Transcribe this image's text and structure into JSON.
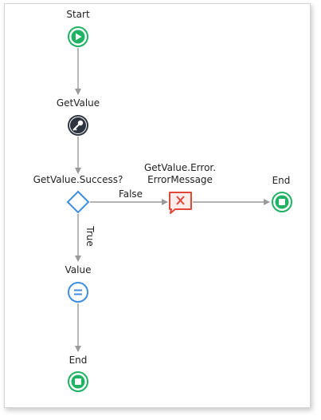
{
  "colors": {
    "start": "#1fb263",
    "end": "#1fb263",
    "decision": "#3e8ee0",
    "assign": "#3e8ee0",
    "error": "#e0483a",
    "getvalue": "#2d3440",
    "connector": "#9a9a9a"
  },
  "nodes": {
    "start": {
      "label": "Start",
      "icon": "play-icon"
    },
    "getvalue": {
      "label": "GetValue",
      "icon": "key-icon"
    },
    "decision": {
      "label": "GetValue.Success?",
      "icon": "diamond-icon"
    },
    "assign": {
      "label": "Value",
      "icon": "equals-icon"
    },
    "end_bottom": {
      "label": "End",
      "icon": "stop-icon"
    },
    "error": {
      "label_line1": "GetValue.Error.",
      "label_line2": "ErrorMessage",
      "icon": "close-icon"
    },
    "end_right": {
      "label": "End",
      "icon": "stop-icon"
    }
  },
  "edges": {
    "false_label": "False",
    "true_label": "True"
  }
}
